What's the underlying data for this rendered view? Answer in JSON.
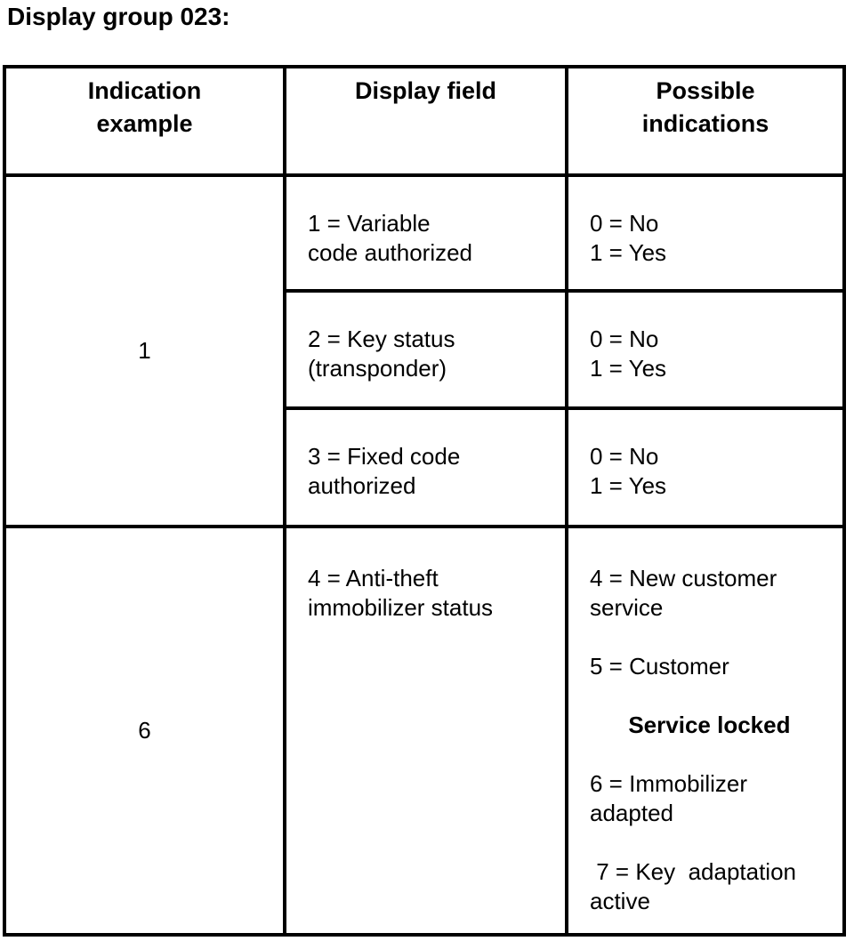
{
  "title": "Display group 023:",
  "colors": {
    "text": "#000000",
    "background": "#ffffff",
    "border": "#000000"
  },
  "table": {
    "header": {
      "indication_example_lines": [
        "Indication",
        "example"
      ],
      "display_field_lines": [
        "Display field"
      ],
      "possible_indications_lines": [
        "Possible",
        "indications"
      ]
    },
    "group1": {
      "indication_example": "1",
      "rows": [
        {
          "display_field_lines": [
            "1 = Variable",
            "code authorized"
          ],
          "possible_lines": [
            "0 = No",
            "1 = Yes"
          ]
        },
        {
          "display_field_lines": [
            "2 = Key status",
            "(transponder)"
          ],
          "possible_lines": [
            "0 = No",
            "1 = Yes"
          ]
        },
        {
          "display_field_lines": [
            "3 = Fixed code",
            "authorized"
          ],
          "possible_lines": [
            "0 = No",
            "1 = Yes"
          ]
        }
      ]
    },
    "group2": {
      "indication_example": "6",
      "display_field_lines": [
        "4 = Anti-theft",
        "immobilizer status"
      ],
      "possible_lines": [
        "4 = New customer",
        "service",
        "",
        "5 = Customer",
        "",
        {
          "text": "      Service locked",
          "bold": true
        },
        "",
        "6 = Immobilizer",
        "adapted",
        "",
        " 7 = Key  adaptation",
        "active"
      ]
    }
  }
}
